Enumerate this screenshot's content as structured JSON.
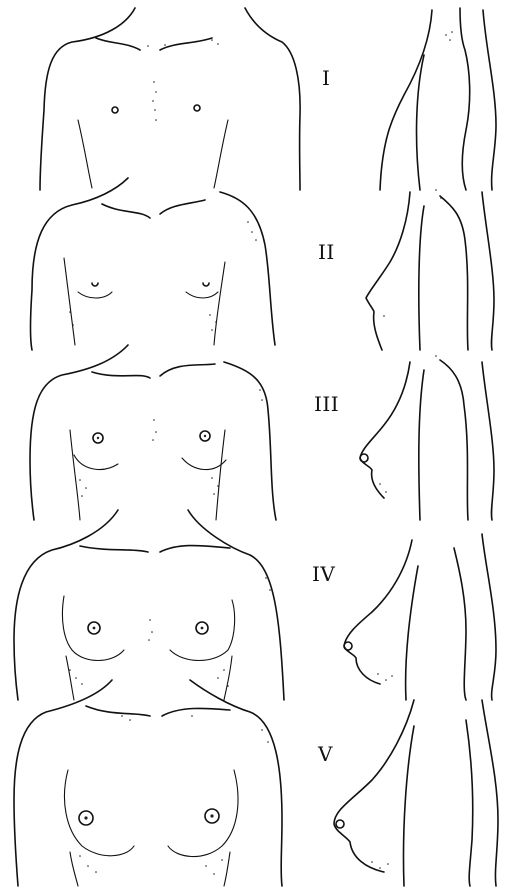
{
  "stages": [
    {
      "label": "I"
    },
    {
      "label": "II"
    },
    {
      "label": "III"
    },
    {
      "label": "IV"
    },
    {
      "label": "V"
    }
  ],
  "colors": {
    "ink": "#111111",
    "background": "#ffffff"
  }
}
